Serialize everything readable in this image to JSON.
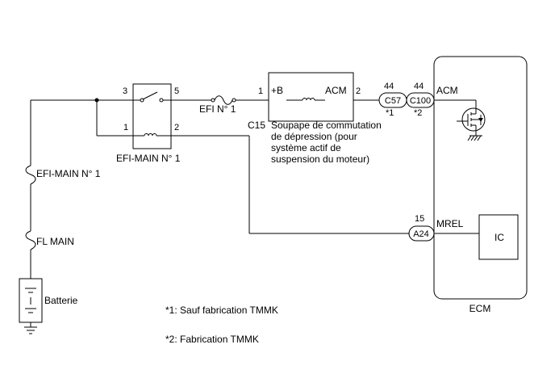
{
  "pins": {
    "relay_3": "3",
    "relay_5": "5",
    "relay_1": "1",
    "relay_2": "2",
    "valve_1": "1",
    "valve_2": "2",
    "c57_pin": "44",
    "c100_pin": "44",
    "a24_pin": "15"
  },
  "labels": {
    "relay_name": "EFI-MAIN N° 1",
    "fuse_efi": "EFI N° 1",
    "fuse_efi_main": "EFI-MAIN N° 1",
    "fuse_fl_main": "FL MAIN",
    "battery": "Batterie",
    "valve_plus": "+B",
    "valve_acm": "ACM",
    "valve_code": "C15",
    "valve_desc_1": "Soupape de commutation",
    "valve_desc_2": "de dépression (pour",
    "valve_desc_3": "système actif de",
    "valve_desc_4": "suspension du moteur)",
    "ecm_acm": "ACM",
    "ecm_mrel": "MREL",
    "ecm_ic": "IC",
    "ecm": "ECM"
  },
  "connectors": {
    "c57": "C57",
    "c100": "C100",
    "a24": "A24",
    "star1": "*1",
    "star2": "*2"
  },
  "notes": {
    "note1": "*1: Sauf fabrication TMMK",
    "note2": "*2: Fabrication TMMK"
  }
}
